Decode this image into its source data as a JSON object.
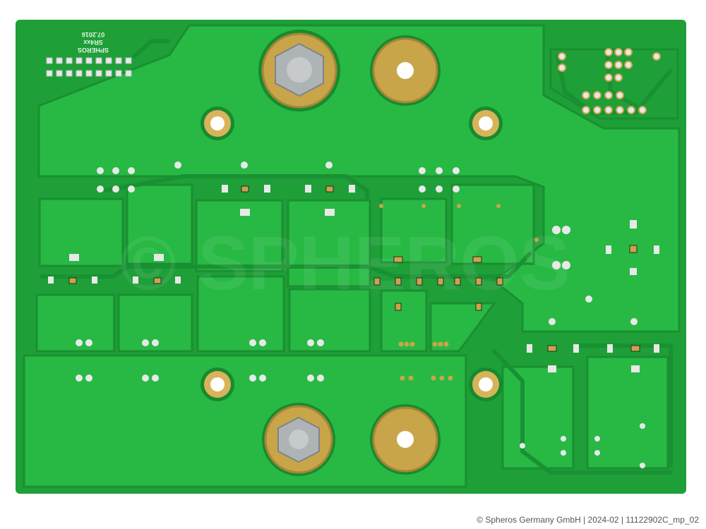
{
  "caption": "© Spheros Germany GmbH | 2024-02 | 11122902C_mp_02",
  "silkscreen": {
    "line1": "SPHEROS",
    "line2": "SR4xx",
    "line3": "07.2016"
  },
  "watermark": "© SPHEROS",
  "colors": {
    "board": "#1fa83a",
    "pour": "#27b944",
    "trace": "#188f30",
    "copper": "#c9a54a",
    "pad": "#e7e9e8",
    "bolt": "#aeb3b6"
  }
}
